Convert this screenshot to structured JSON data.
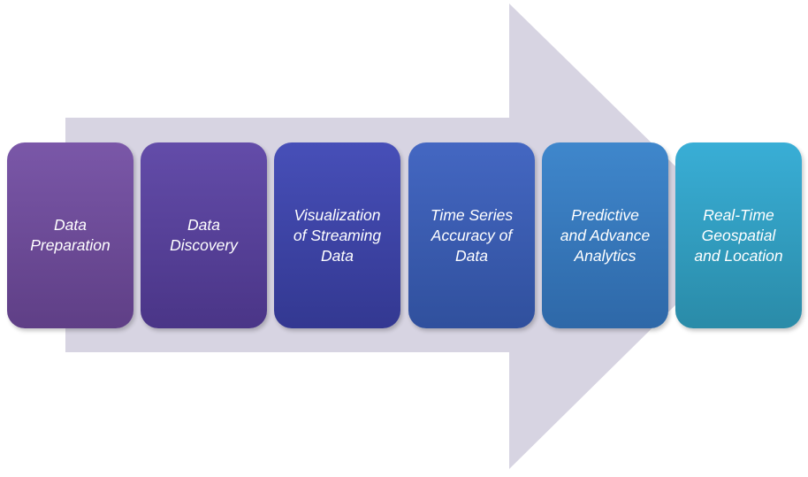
{
  "diagram": {
    "arrow_color": "#d7d4e2",
    "steps": [
      {
        "label": "Data\nPreparation",
        "color_top": "#7a57a8",
        "color_bottom": "#5f3f86"
      },
      {
        "label": "Data\nDiscovery",
        "color_top": "#634ca9",
        "color_bottom": "#4a3587"
      },
      {
        "label": "Visualization\nof Streaming\nData",
        "color_top": "#474fb8",
        "color_bottom": "#333891"
      },
      {
        "label": "Time Series\nAccuracy of\nData",
        "color_top": "#4467c2",
        "color_bottom": "#30509d"
      },
      {
        "label": "Predictive\nand Advance\nAnalytics",
        "color_top": "#3f87cc",
        "color_bottom": "#2e68a8"
      },
      {
        "label": "Real-Time\nGeospatial\nand Location",
        "color_top": "#39aed6",
        "color_bottom": "#2a8ba8"
      }
    ]
  }
}
